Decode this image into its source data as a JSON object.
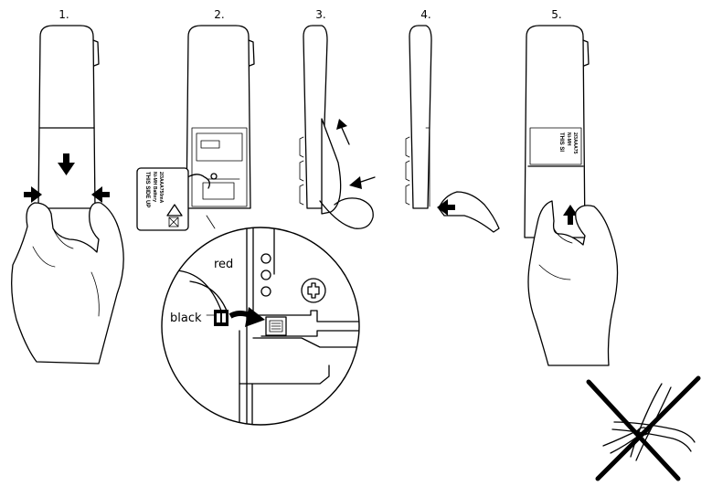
{
  "steps": [
    {
      "number": "1."
    },
    {
      "number": "2."
    },
    {
      "number": "3."
    },
    {
      "number": "4."
    },
    {
      "number": "5."
    }
  ],
  "battery": {
    "label_line1": "THIS SIDE UP",
    "label_line2": "Ni-MH Battery",
    "label_line3": "2/3AAA750mA"
  },
  "handset5_label": {
    "line1": "THIS SI",
    "line2": "Ni-MH",
    "line3": "2/3AAA75"
  },
  "detail": {
    "wire_red": "red",
    "wire_black": "black"
  },
  "icons": {
    "arrow": "arrow-icon",
    "no_tools": "no-pliers-icon"
  }
}
